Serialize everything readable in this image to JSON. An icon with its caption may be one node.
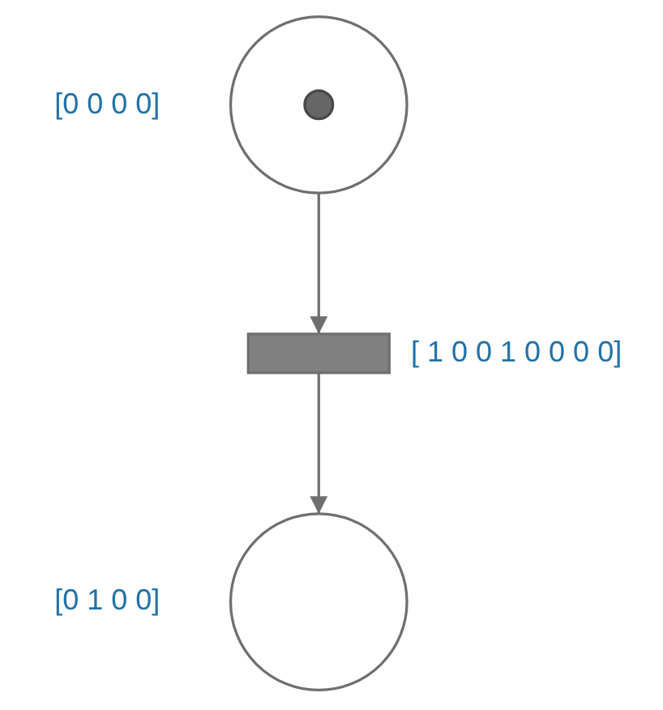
{
  "diagram": {
    "nodes": [
      {
        "text": [],
        "shape": "circle",
        "beside": [
          "[0 0 0 0]"
        ]
      },
      {
        "text": [],
        "shape": "circle",
        "in": 0
      },
      {
        "text": [],
        "shape": "bar",
        "beside": [
          "[ 1 0 0 1 0 0 0 0]"
        ]
      },
      {
        "text": [],
        "shape": "circle",
        "beside": [
          "[0 1 0 0]"
        ]
      }
    ],
    "edges": [
      {
        "from": 0,
        "to": 2,
        "arrow": "to"
      },
      {
        "from": 2,
        "to": 3,
        "arrow": "to"
      }
    ]
  }
}
